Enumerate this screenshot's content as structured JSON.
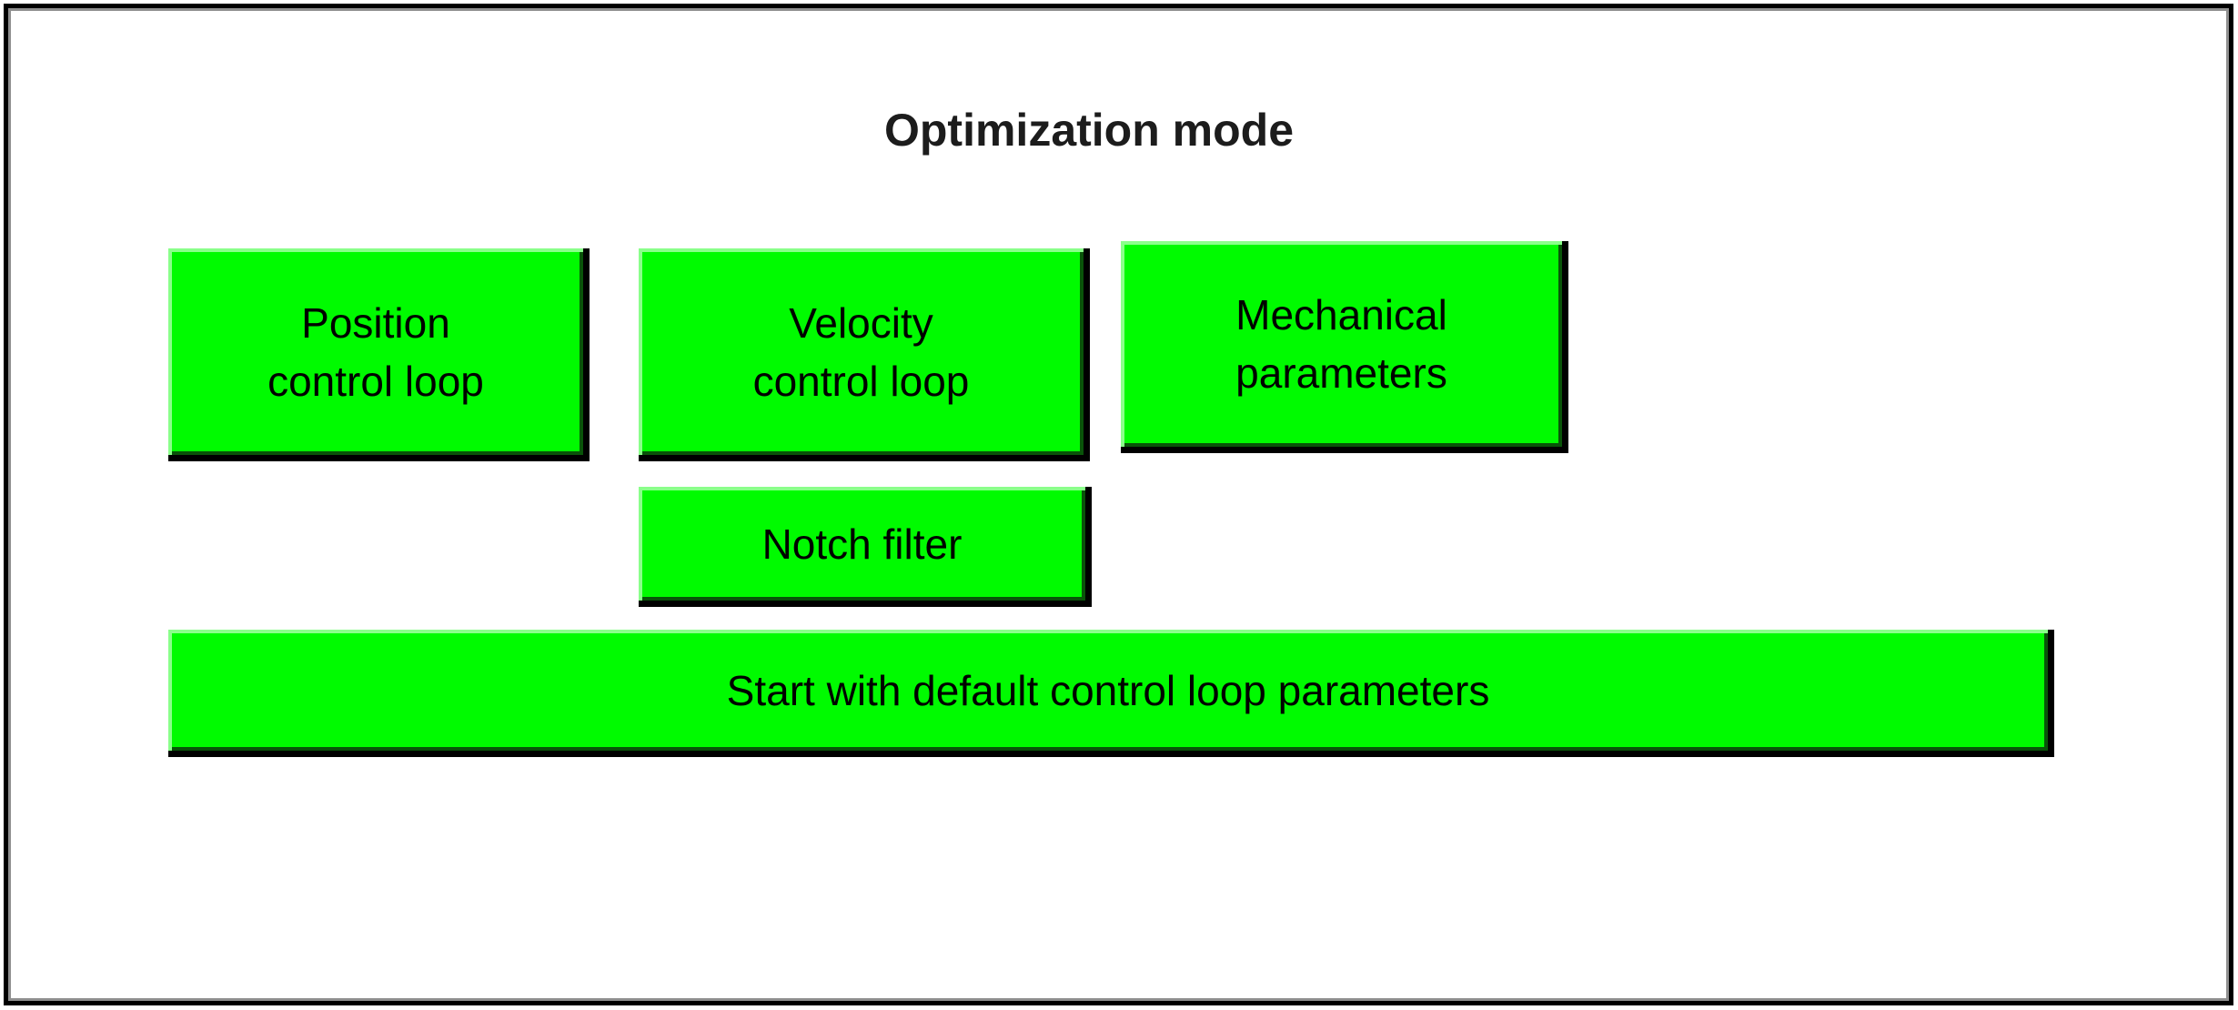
{
  "title": "Optimization mode",
  "buttons": {
    "position": {
      "label": "Position\ncontrol loop"
    },
    "velocity": {
      "label": "Velocity\ncontrol loop"
    },
    "mechanical": {
      "label": "Mechanical\nparameters"
    },
    "notch": {
      "label": "Notch filter"
    },
    "start": {
      "label": "Start with default control loop parameters"
    }
  },
  "colors": {
    "background": "#ffffff",
    "title_color": "#1c1c1c",
    "button_fill": "#00fb00",
    "button_highlight": "#8aff8a",
    "button_shadow_inner": "#095409",
    "button_border": "#000000",
    "frame_outer": "#000000",
    "frame_inner_line": "#8f8f8f"
  }
}
